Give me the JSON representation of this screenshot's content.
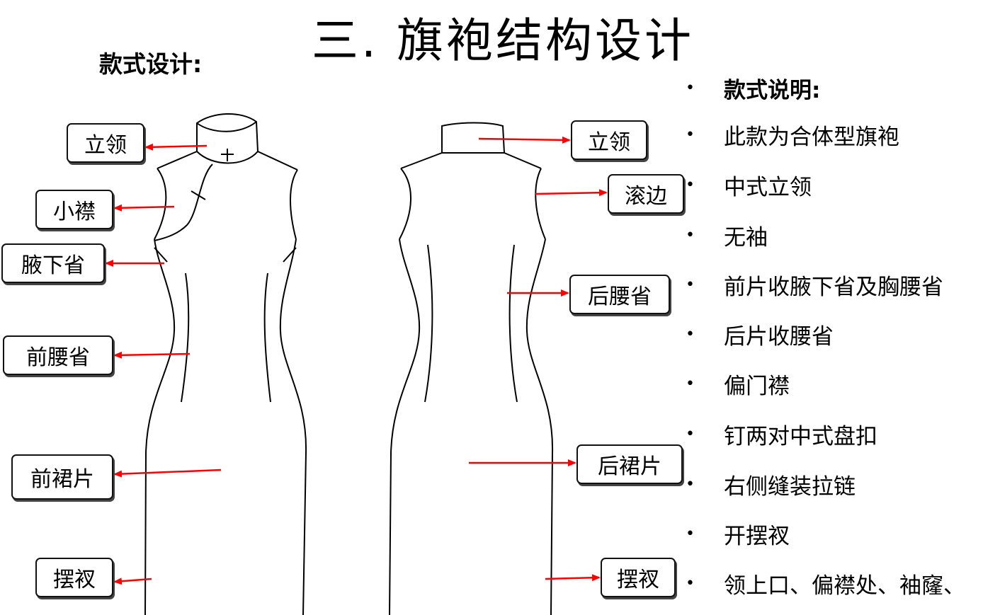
{
  "title": "三.  旗袍结构设计",
  "subtitle": "款式设计:",
  "front_labels": [
    "立领",
    "小襟",
    "腋下省",
    "前腰省",
    "前裙片",
    "摆衩"
  ],
  "back_labels": [
    "立领",
    "滚边",
    "后腰省",
    "后裙片",
    "摆衩"
  ],
  "notes": {
    "bullet": "•",
    "heading": "款式说明:",
    "items": [
      "此款为合体型旗袍",
      "中式立领",
      "无袖",
      "前片收腋下省及胸腰省",
      "后片收腰省",
      "偏门襟",
      "钉两对中式盘扣",
      "右侧缝装拉链",
      "开摆衩",
      "领上口、偏襟处、袖窿、"
    ]
  },
  "colors": {
    "arrow": "#ff0000",
    "line": "#000000"
  }
}
